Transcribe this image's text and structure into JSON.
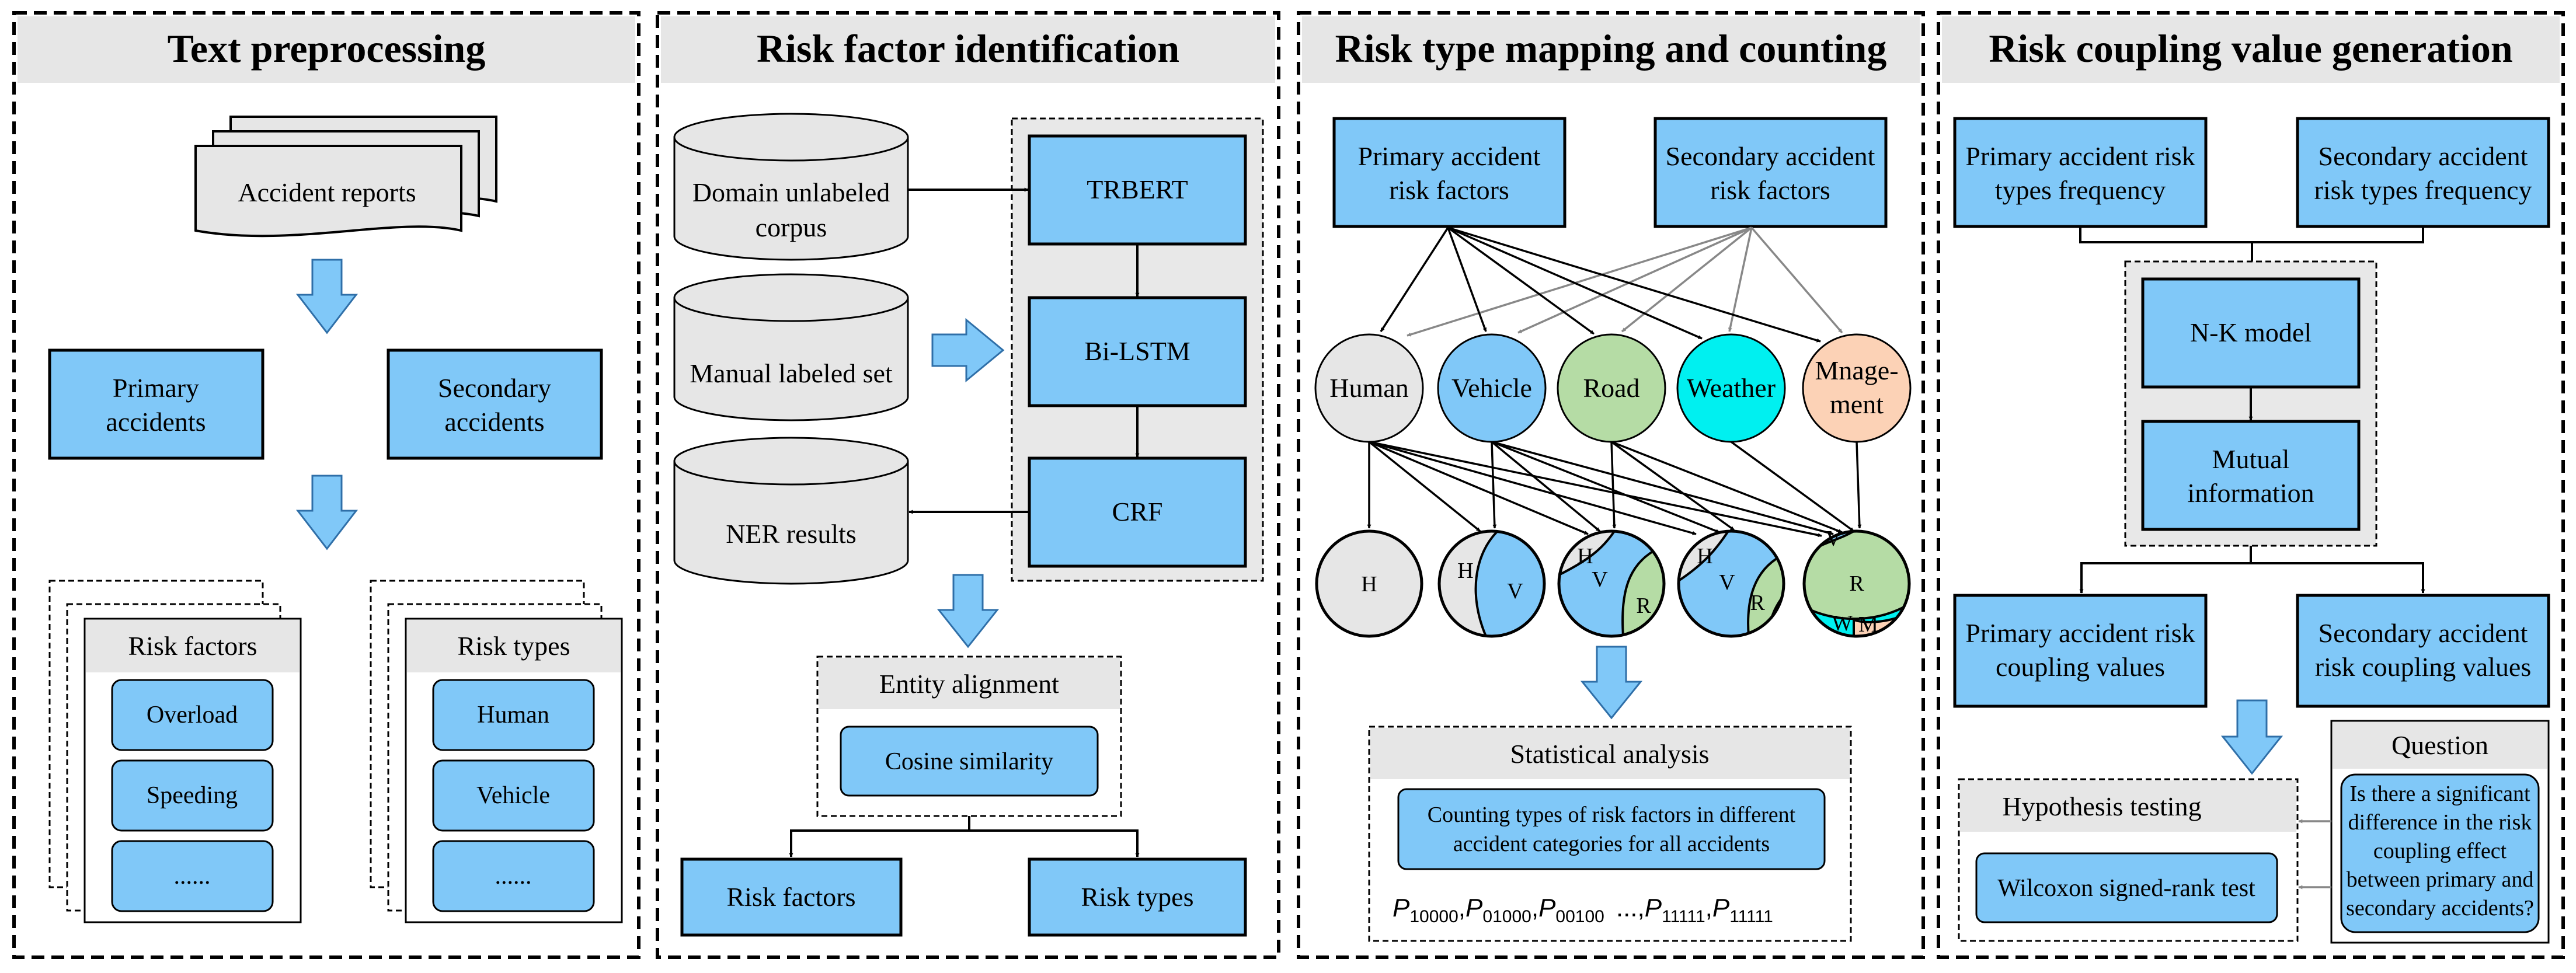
{
  "panels": [
    {
      "title": "Text preprocessing"
    },
    {
      "title": "Risk factor identification"
    },
    {
      "title": "Risk type mapping and counting"
    },
    {
      "title": "Risk coupling value generation"
    }
  ],
  "p1": {
    "reports": "Accident reports",
    "primary": [
      "Primary",
      "accidents"
    ],
    "secondary": [
      "Secondary",
      "accidents"
    ],
    "factors_header": "Risk factors",
    "factors_items": [
      "Overload",
      "Speeding",
      "......"
    ],
    "types_header": "Risk types",
    "types_items": [
      "Human",
      "Vehicle",
      "......"
    ]
  },
  "p2": {
    "corpus": [
      "Domain unlabeled",
      "corpus"
    ],
    "manual": "Manual labeled set",
    "ner": "NER results",
    "trbert": "TRBERT",
    "bilstm": "Bi-LSTM",
    "crf": "CRF",
    "alignment": "Entity alignment",
    "cosine": "Cosine similarity",
    "out_factors": "Risk factors",
    "out_types": "Risk types"
  },
  "p3": {
    "primary": [
      "Primary accident",
      "risk factors"
    ],
    "secondary": [
      "Secondary accident",
      "risk factors"
    ],
    "categories": [
      {
        "label": [
          "Human"
        ],
        "color": "#e6e6e6"
      },
      {
        "label": [
          "Vehicle"
        ],
        "color": "#80c8f8"
      },
      {
        "label": [
          "Road"
        ],
        "color": "#b5dca5"
      },
      {
        "label": [
          "Weather"
        ],
        "color": "#00f0f0"
      },
      {
        "label": [
          "Mnage-",
          "ment"
        ],
        "color": "#fcd2b6"
      }
    ],
    "combo_labels": [
      "H",
      "H",
      "V",
      "H",
      "V",
      "R",
      "H",
      "V",
      "R",
      "R",
      "V",
      "W",
      "M"
    ],
    "stat_header": "Statistical analysis",
    "stat_text": [
      "Counting types of risk factors in different",
      "accident categories for all accidents"
    ],
    "formula": {
      "sym": "P",
      "subs": [
        "10000",
        "01000",
        "00100",
        "11111",
        "11111"
      ],
      "ellipsis": "..."
    }
  },
  "p4": {
    "primary_freq": [
      "Primary accident risk",
      "types frequency"
    ],
    "secondary_freq": [
      "Secondary accident",
      "risk types frequency"
    ],
    "nk": "N-K model",
    "mutual": [
      "Mutual",
      "information"
    ],
    "primary_coupling": [
      "Primary accident risk",
      "coupling values"
    ],
    "secondary_coupling": [
      "Secondary accident",
      "risk coupling values"
    ],
    "question_header": "Question",
    "question_text": [
      "Is there a significant",
      "difference in the risk",
      "coupling effect",
      "between primary and",
      "secondary accidents?"
    ],
    "hypothesis": "Hypothesis testing",
    "wilcoxon": "Wilcoxon signed-rank test"
  },
  "colors": {
    "box_blue": "#80c8f8",
    "header_gray": "#e6e6e6",
    "inner_gray": "#e8e8e8"
  }
}
